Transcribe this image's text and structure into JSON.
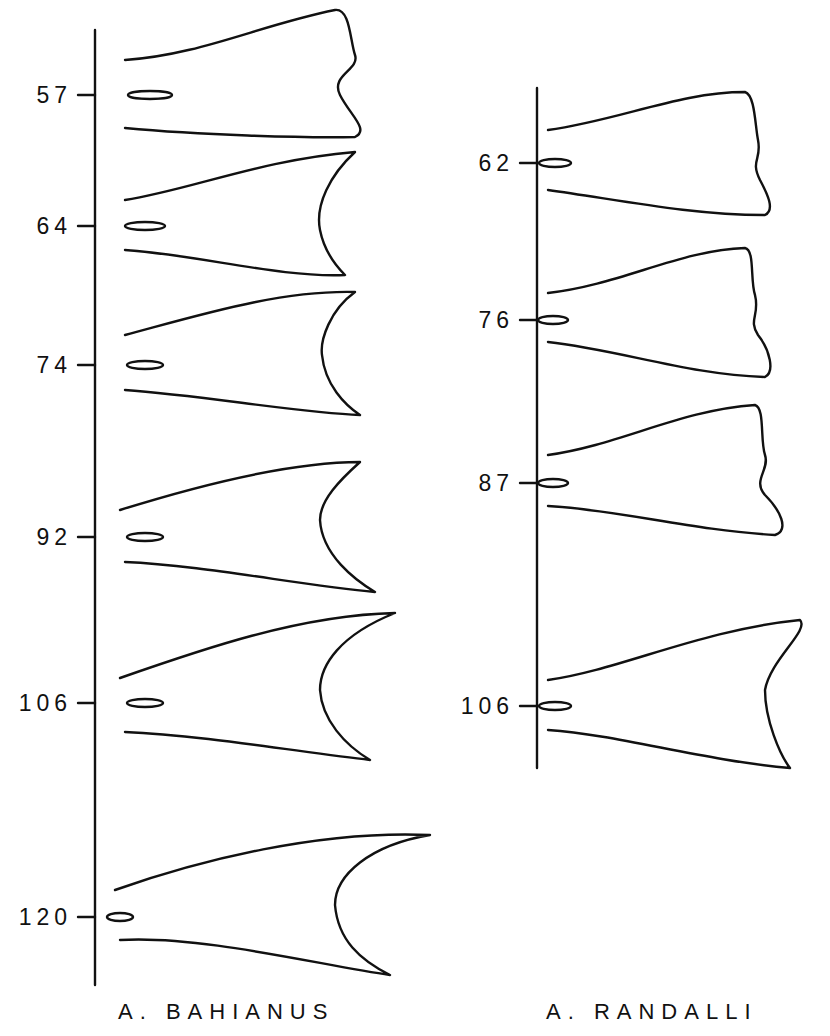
{
  "diagram": {
    "labels": [
      "57",
      "64",
      "74",
      "92",
      "106",
      "120",
      "A. BAHIANUS",
      "62",
      "76",
      "87",
      "106",
      "A. RANDALLI"
    ]
  }
}
